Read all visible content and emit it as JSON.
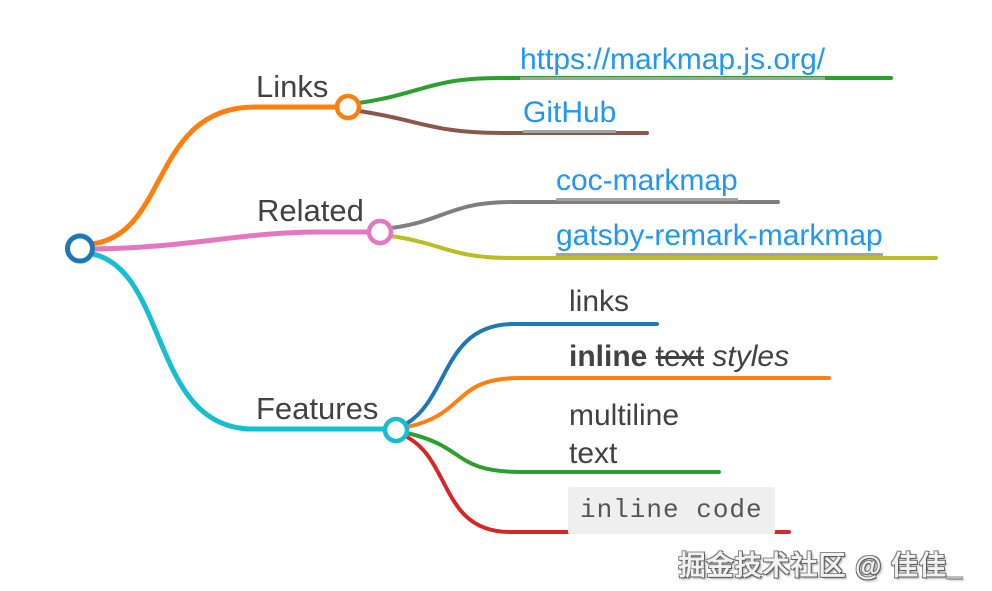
{
  "colors": {
    "root_circle": "#1f77b4",
    "branch_links": "#ff7f0e",
    "branch_related": "#e377c2",
    "branch_features": "#17becf",
    "branch_url": "#2ca02c",
    "branch_github": "#8c564b",
    "branch_coc": "#7f7f7f",
    "branch_gatsby": "#bcbd22",
    "branch_feat_links": "#1f77b4",
    "branch_feat_inline": "#ff7f0e",
    "branch_feat_multiline": "#2ca02c",
    "branch_feat_code": "#d62728",
    "circle_fill": "#ffffff",
    "link_text": "#2196f3",
    "label_text": "#424242",
    "code_bg": "#efefef",
    "code_text": "#555555"
  },
  "mindmap": {
    "branches": {
      "links": {
        "label": "Links"
      },
      "related": {
        "label": "Related"
      },
      "features": {
        "label": "Features"
      }
    },
    "children": {
      "url": {
        "label": "https://markmap.js.org/"
      },
      "github": {
        "label": "GitHub"
      },
      "coc": {
        "label": "coc-markmap"
      },
      "gatsby": {
        "label": "gatsby-remark-markmap"
      },
      "feat_links": {
        "label": "links"
      },
      "feat_inline": {
        "bold": "inline",
        "strike": "text",
        "italic": "styles"
      },
      "feat_multiline": {
        "line1": "multiline",
        "line2": "text"
      },
      "feat_code": {
        "label": "inline code"
      }
    }
  },
  "watermark": {
    "text": "掘金技术社区 @ 佳佳_"
  }
}
